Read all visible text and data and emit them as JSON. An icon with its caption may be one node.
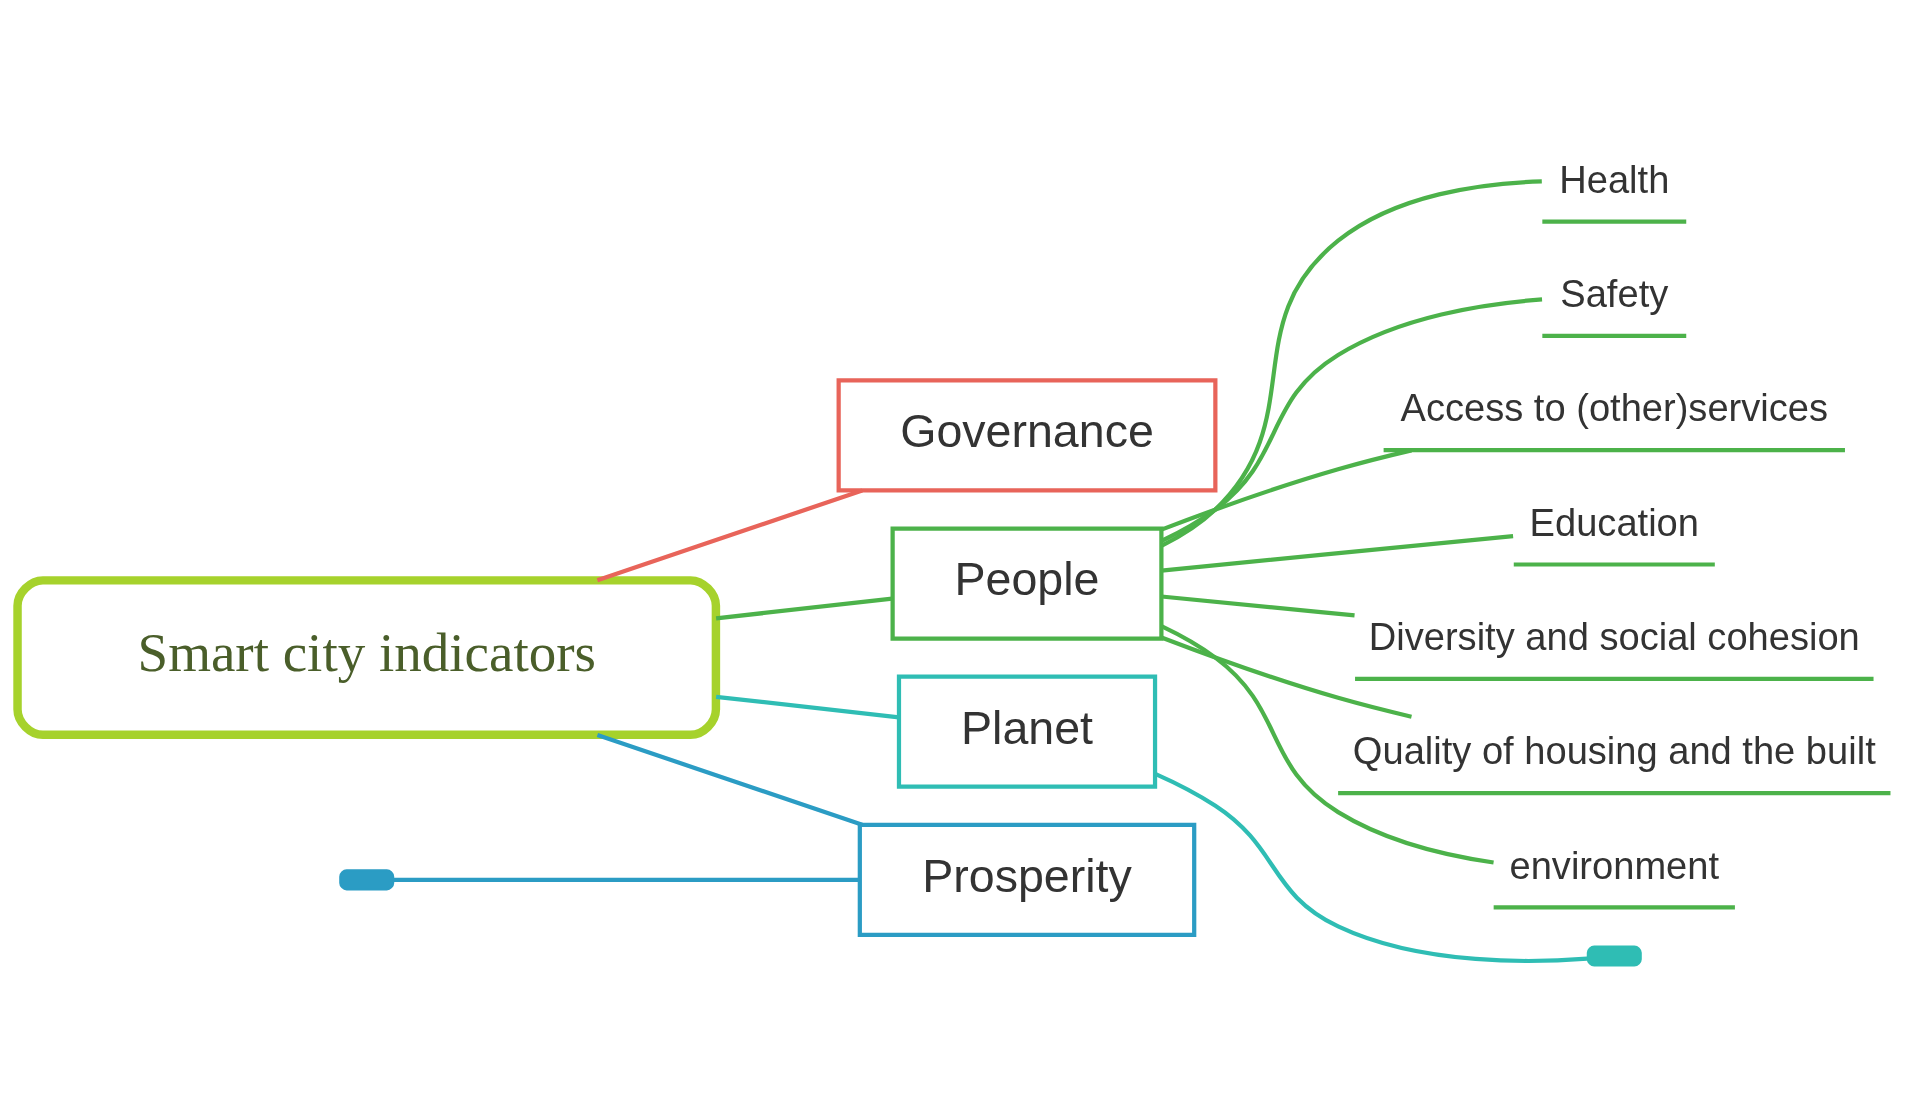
{
  "diagram": {
    "nodes": [
      {
        "text": [
          "Smart city indicators"
        ]
      },
      {
        "text": [
          "Governance"
        ]
      },
      {
        "text": [
          "People"
        ]
      },
      {
        "text": [
          "Health"
        ]
      },
      {
        "text": [
          "Safety"
        ]
      },
      {
        "text": [
          "Access to (other)services"
        ]
      },
      {
        "text": [
          "Education"
        ]
      },
      {
        "text": [
          "Diversity and social cohesion"
        ]
      },
      {
        "text": [
          "Quality of housing and the built"
        ]
      },
      {
        "text": [
          "environment"
        ]
      },
      {
        "text": [
          "Prosperity"
        ]
      },
      {
        "text": [
          "Planet"
        ]
      },
      {
        "text": [],
        "shape": "box"
      },
      {
        "text": [],
        "shape": "box"
      }
    ],
    "edges": [
      {
        "from": 0,
        "to": 1,
        "arrow": "none",
        "color": "#e8645a"
      },
      {
        "from": 0,
        "to": 2,
        "arrow": "none"
      },
      {
        "from": 2,
        "to": 3,
        "arrow": "none"
      },
      {
        "from": 2,
        "to": 4,
        "arrow": "none"
      },
      {
        "from": 2,
        "to": 5,
        "arrow": "none"
      },
      {
        "from": 2,
        "to": 6,
        "arrow": "none"
      },
      {
        "from": 2,
        "to": 7,
        "arrow": "none"
      },
      {
        "from": 2,
        "to": 8,
        "arrow": "none"
      },
      {
        "from": 2,
        "to": 9,
        "arrow": "none"
      },
      {
        "from": 0,
        "to": 10,
        "arrow": "none",
        "color": "#2b9cc4"
      },
      {
        "from": 0,
        "to": 11,
        "arrow": "none",
        "color": "#2fbdb4"
      },
      {
        "from": 12,
        "to": 10,
        "arrow": "none",
        "color": "#2b9cc4"
      },
      {
        "from": 11,
        "to": 13,
        "arrow": "none",
        "color": "#2fbdb4"
      }
    ]
  }
}
